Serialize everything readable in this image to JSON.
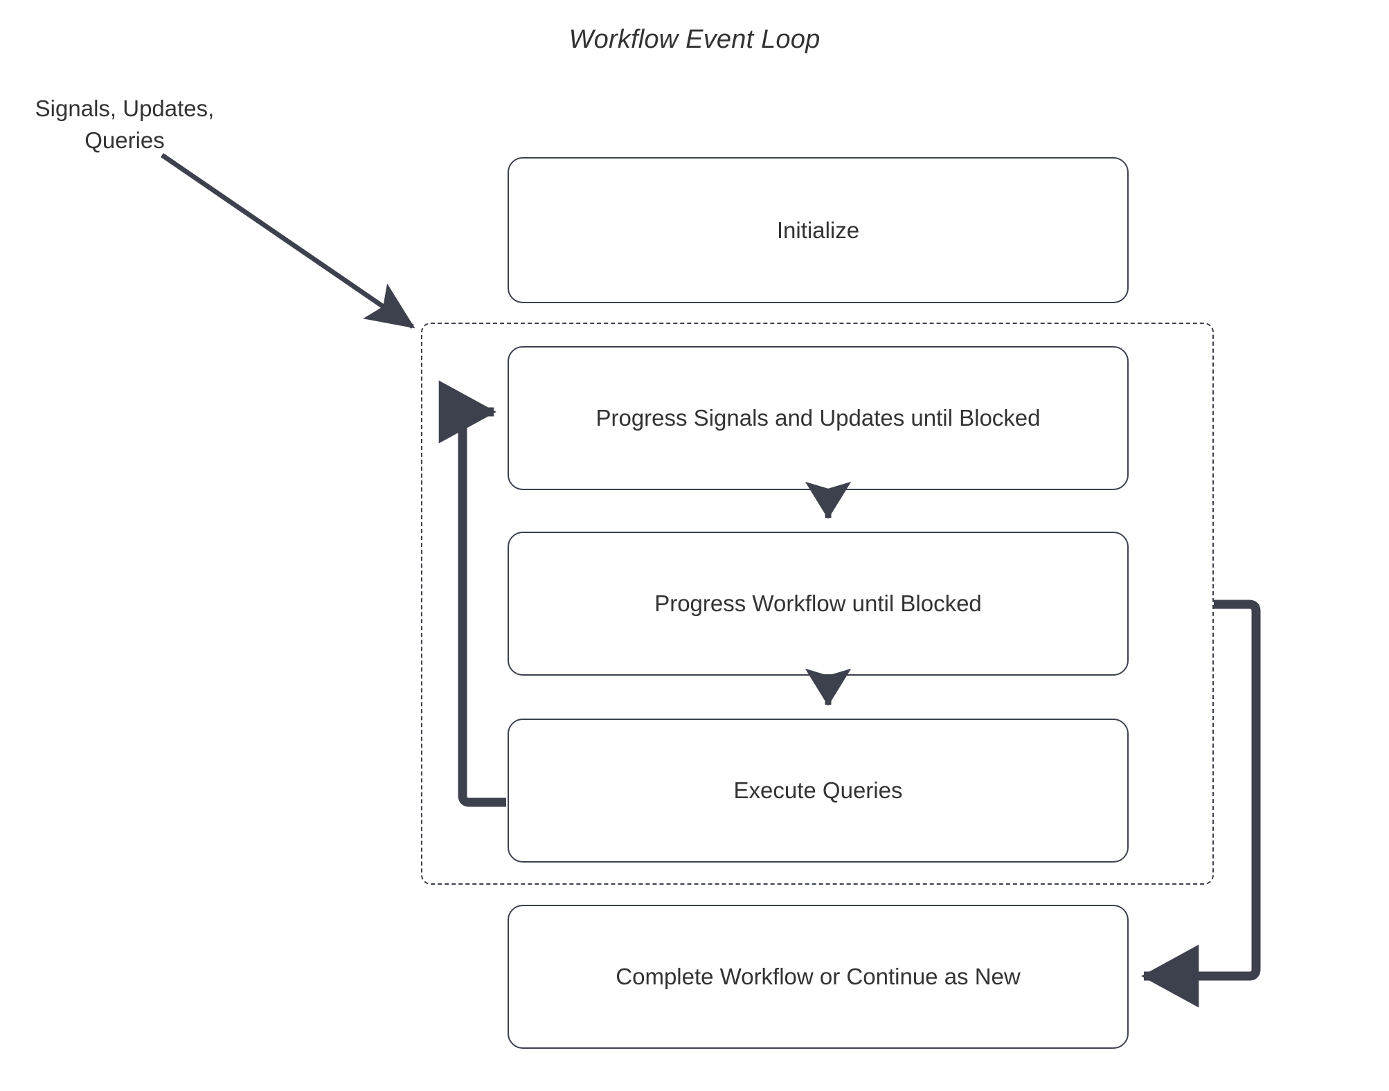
{
  "diagram": {
    "title": "Workflow Event Loop",
    "accent_color": "#3c414d",
    "text_color": "#333333",
    "background_color": "#ffffff",
    "external_label": "Signals, Updates,\nQueries",
    "nodes": [
      {
        "id": "initialize",
        "label": "Initialize"
      },
      {
        "id": "progress-signals",
        "label": "Progress Signals and Updates until Blocked"
      },
      {
        "id": "progress-workflow",
        "label": "Progress Workflow until Blocked"
      },
      {
        "id": "execute-queries",
        "label": "Execute Queries"
      },
      {
        "id": "complete-workflow",
        "label": "Complete Workflow or Continue as New"
      }
    ],
    "group": {
      "id": "event-loop-group",
      "style": "dashed",
      "label": ""
    },
    "edges": [
      {
        "id": "external-into-loop",
        "from": "Signals, Updates, Queries",
        "to": "event-loop-group",
        "style": "solid-arrow"
      },
      {
        "id": "signals-to-workflow",
        "from": "progress-signals",
        "to": "progress-workflow",
        "style": "solid-arrow"
      },
      {
        "id": "workflow-to-queries",
        "from": "progress-workflow",
        "to": "execute-queries",
        "style": "solid-arrow"
      },
      {
        "id": "queries-back-to-signals",
        "from": "execute-queries",
        "to": "progress-signals",
        "style": "loop-arrow"
      },
      {
        "id": "group-to-complete",
        "from": "event-loop-group",
        "to": "complete-workflow",
        "style": "loop-arrow"
      }
    ]
  }
}
